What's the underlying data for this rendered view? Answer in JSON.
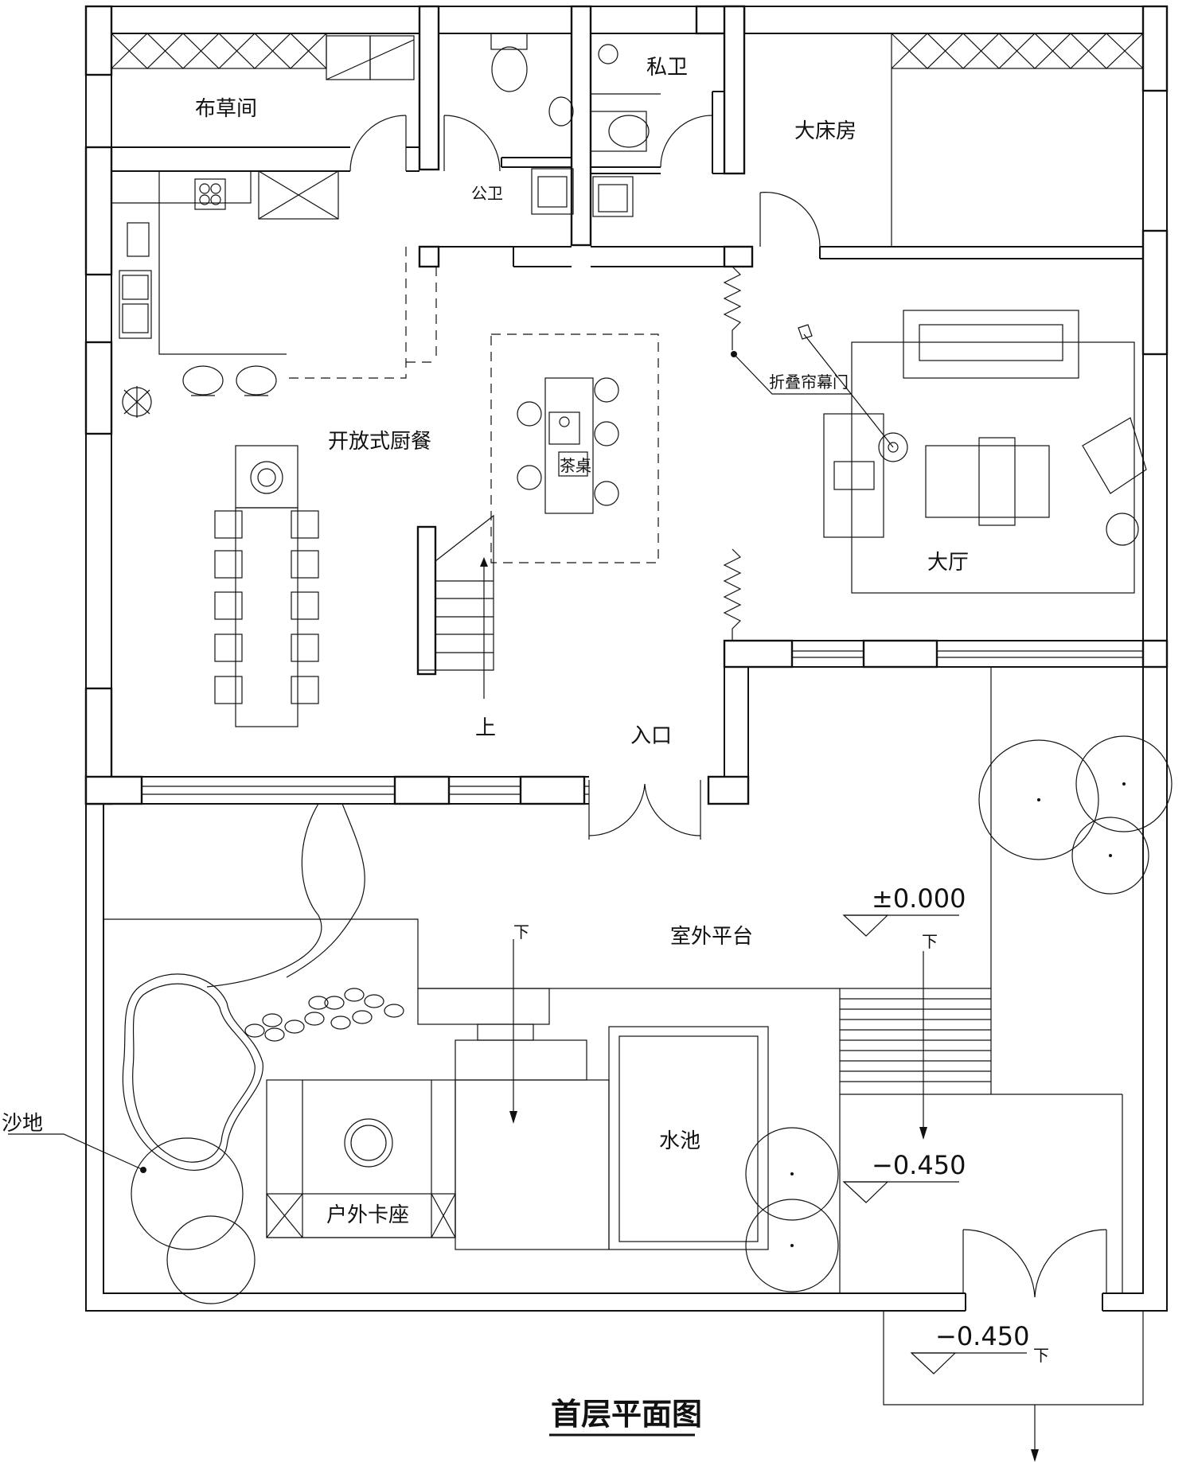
{
  "title": "首层平面图",
  "rooms": {
    "linen_room": "布草间",
    "public_wc": "公卫",
    "private_wc": "私卫",
    "master_bedroom": "大床房",
    "open_kitchen_dining": "开放式厨餐",
    "tea_table": "茶桌",
    "folding_curtain_door": "折叠帘幕门",
    "living_room": "大厅",
    "stair_up": "上",
    "entrance": "入口",
    "outdoor_terrace": "室外平台",
    "down_1": "下",
    "down_2": "下",
    "down_3": "下",
    "sand_area": "沙地",
    "pool": "水池",
    "outdoor_booth": "户外卡座"
  },
  "levels": {
    "terrace_level": "±0.000",
    "garden_level": "−0.450",
    "exterior_level": "−0.450"
  }
}
